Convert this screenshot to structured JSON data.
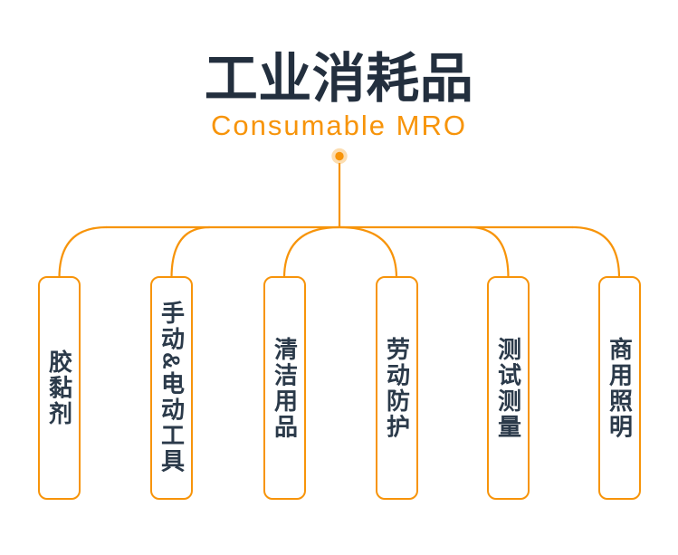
{
  "header": {
    "title": "工业消耗品",
    "subtitle": "Consumable MRO"
  },
  "colors": {
    "title_navy": "#232F3E",
    "label_navy": "#2B3A4A",
    "accent_orange": "#F7940A",
    "background": "#FFFFFF"
  },
  "diagram": {
    "type": "tree",
    "root_label": "工业消耗品"
  },
  "categories": [
    {
      "label": "胶黏剂"
    },
    {
      "label": "手动&电动工具"
    },
    {
      "label": "清洁用品"
    },
    {
      "label": "劳动防护"
    },
    {
      "label": "测试测量"
    },
    {
      "label": "商用照明"
    }
  ]
}
